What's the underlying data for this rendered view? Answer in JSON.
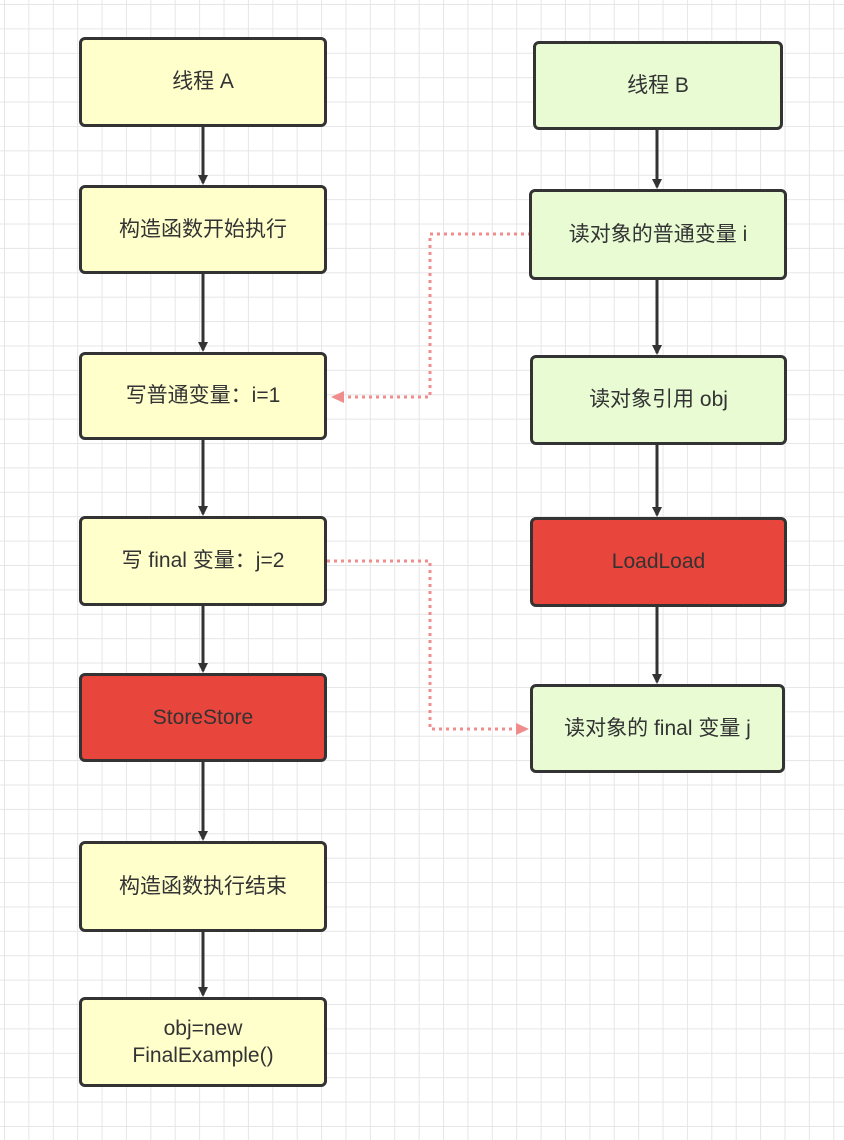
{
  "colors": {
    "node_yellow": "#ffffcc",
    "node_green": "#e8fbd3",
    "node_red": "#e8453c",
    "border": "#333333",
    "dashed_edge": "#f08c8c"
  },
  "thread_a": {
    "title": "线程 A",
    "constructor_start": "构造函数开始执行",
    "write_normal": "写普通变量：i=1",
    "write_final": "写 final 变量：j=2",
    "barrier": "StoreStore",
    "constructor_end": "构造函数执行结束",
    "assign_line1": "obj=new",
    "assign_line2": "FinalExample()"
  },
  "thread_b": {
    "title": "线程 B",
    "read_normal": "读对象的普通变量 i",
    "read_ref": "读对象引用 obj",
    "barrier": "LoadLoad",
    "read_final": "读对象的 final 变量 j"
  }
}
